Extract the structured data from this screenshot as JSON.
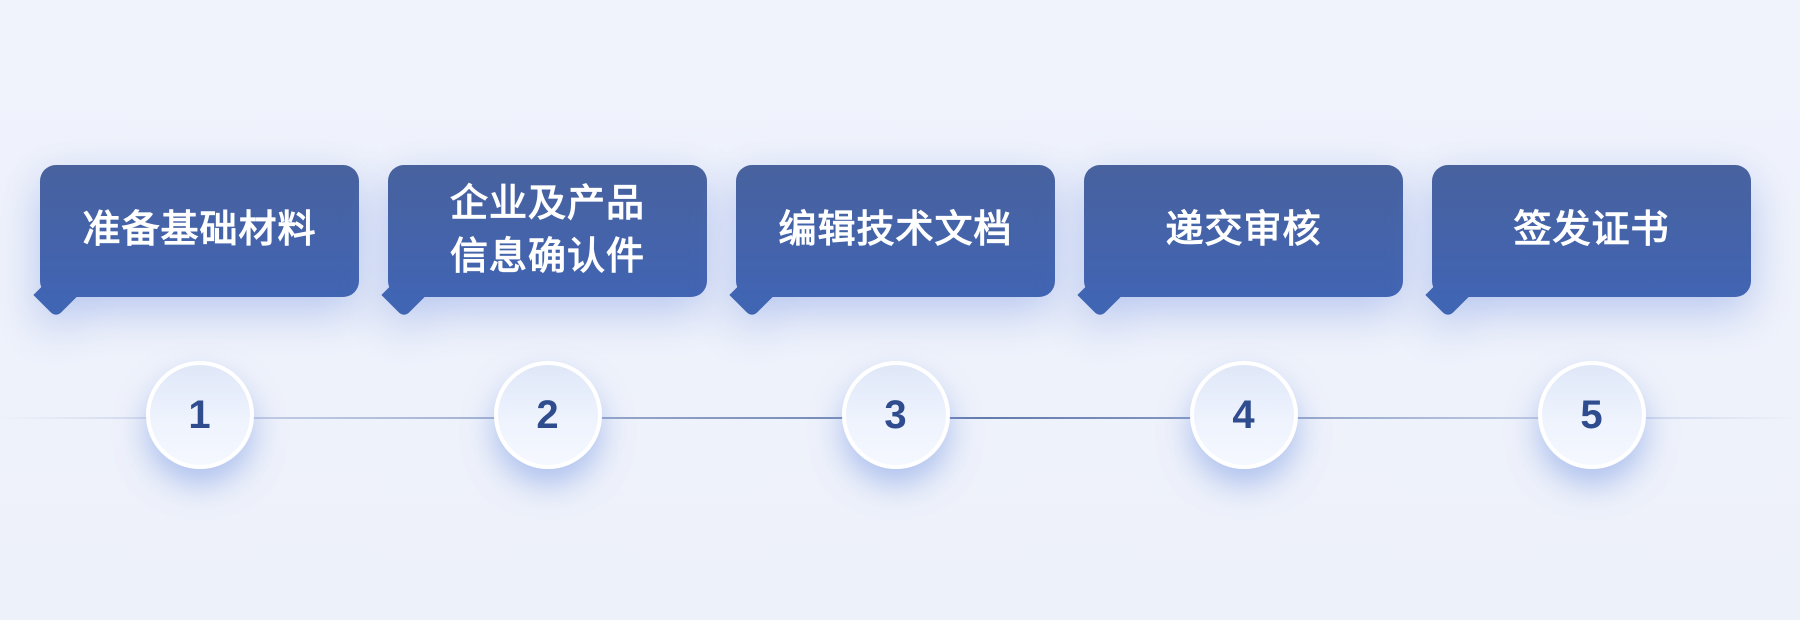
{
  "diagram": {
    "type": "process-steps",
    "orientation": "horizontal",
    "step_count": 5
  },
  "steps": [
    {
      "number": "1",
      "label": "准备基础材料"
    },
    {
      "number": "2",
      "label": "企业及产品\n信息确认件"
    },
    {
      "number": "3",
      "label": "编辑技术文档"
    },
    {
      "number": "4",
      "label": "递交审核"
    },
    {
      "number": "5",
      "label": "签发证书"
    }
  ],
  "colors": {
    "background": "#eef2fb",
    "bubble_top": "#48629e",
    "bubble_bottom": "#4164b3",
    "bubble_text": "#ffffff",
    "circle_fill": "#eef3fd",
    "circle_border": "#ffffff",
    "number_text": "#2e4c8e",
    "connector_line": "#5f76aa"
  }
}
